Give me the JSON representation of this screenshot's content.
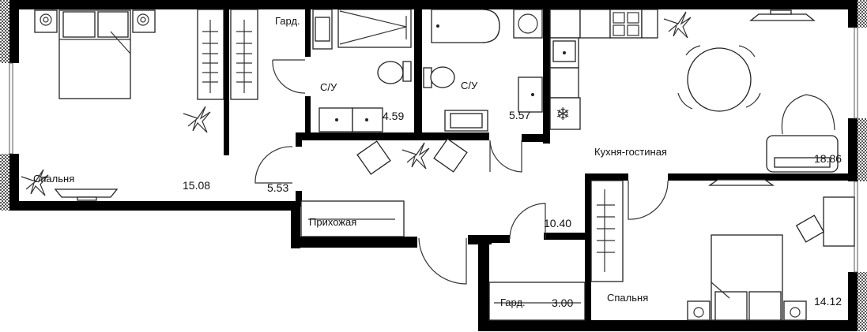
{
  "plan": {
    "rooms": [
      {
        "id": "bedroom-1",
        "name": "Спальня",
        "area": "15.08"
      },
      {
        "id": "wardrobe-1",
        "name": "Гард.",
        "area": ""
      },
      {
        "id": "bathroom-1",
        "name": "С/У",
        "area": "4.59"
      },
      {
        "id": "bathroom-2",
        "name": "С/У",
        "area": "5.57"
      },
      {
        "id": "kitchen-living",
        "name": "Кухня-гостиная",
        "area": "18.86"
      },
      {
        "id": "hallway",
        "name": "Прихожая",
        "area": "5.53"
      },
      {
        "id": "corridor",
        "name": "",
        "area": "10.40"
      },
      {
        "id": "wardrobe-2",
        "name": "Гард.",
        "area": "3.00"
      },
      {
        "id": "bedroom-2",
        "name": "Спальня",
        "area": "14.12"
      }
    ],
    "colors": {
      "wall": "#000000",
      "background": "#ffffff",
      "line": "#333333"
    }
  }
}
